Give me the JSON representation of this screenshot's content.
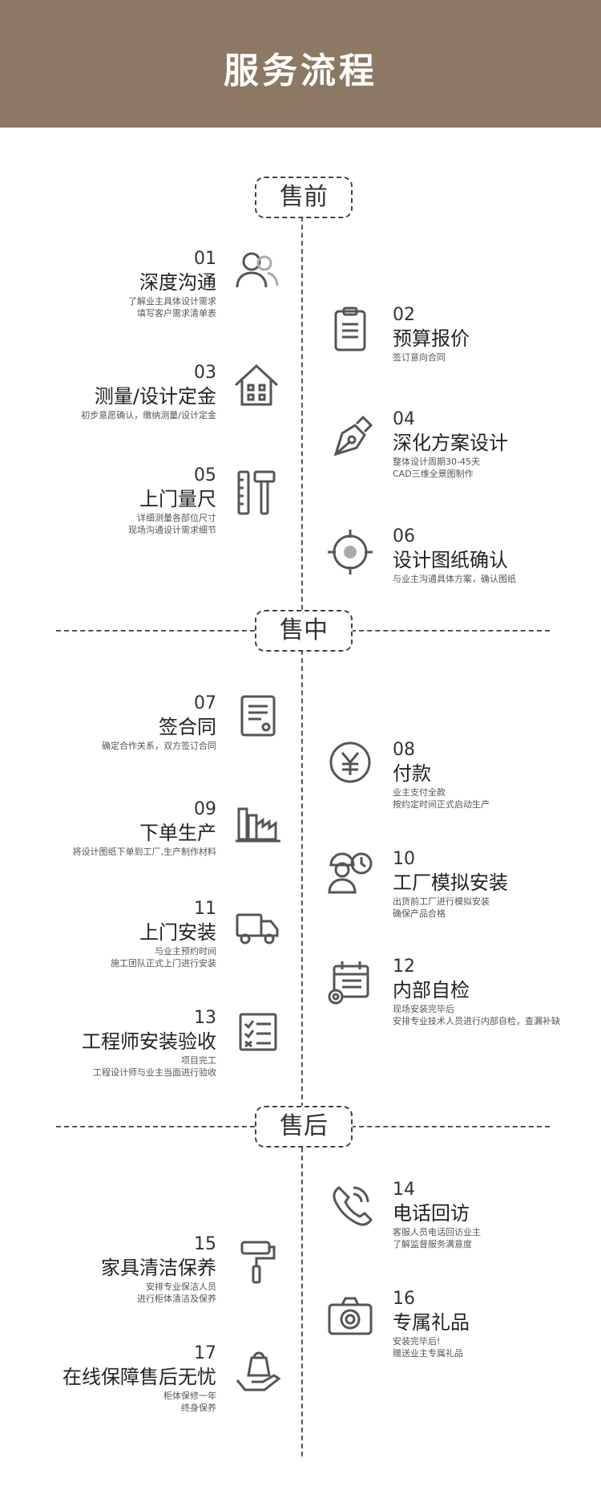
{
  "header": {
    "title": "服务流程"
  },
  "stages": {
    "pre": "售前",
    "mid": "售中",
    "post": "售后"
  },
  "steps": [
    {
      "num": "01",
      "title": "深度沟通",
      "desc": [
        "了解业主具体设计需求",
        "填写客户需求清单表"
      ],
      "icon": "users-icon"
    },
    {
      "num": "02",
      "title": "预算报价",
      "desc": [
        "签订意向合同"
      ],
      "icon": "clipboard-icon"
    },
    {
      "num": "03",
      "title": "测量/设计定金",
      "desc": [
        "初步意愿确认，缴纳测量/设计定金"
      ],
      "icon": "house-icon"
    },
    {
      "num": "04",
      "title": "深化方案设计",
      "desc": [
        "整体设计周期30-45天",
        "CAD三维全景图制作"
      ],
      "icon": "pen-nib-icon"
    },
    {
      "num": "05",
      "title": "上门量尺",
      "desc": [
        "详细测量各部位尺寸",
        "现场沟通设计需求细节"
      ],
      "icon": "ruler-hammer-icon"
    },
    {
      "num": "06",
      "title": "设计图纸确认",
      "desc": [
        "与业主沟通具体方案，确认图纸"
      ],
      "icon": "target-icon"
    },
    {
      "num": "07",
      "title": "签合同",
      "desc": [
        "确定合作关系，双方签订合同"
      ],
      "icon": "contract-icon"
    },
    {
      "num": "08",
      "title": "付款",
      "desc": [
        "业主支付全款",
        "按约定时间正式启动生产"
      ],
      "icon": "yuan-coin-icon"
    },
    {
      "num": "09",
      "title": "下单生产",
      "desc": [
        "将设计图纸下单到工厂,生产制作材料"
      ],
      "icon": "factory-icon"
    },
    {
      "num": "10",
      "title": "工厂模拟安装",
      "desc": [
        "出货前工厂进行模拟安装",
        "确保产品合格"
      ],
      "icon": "worker-clock-icon"
    },
    {
      "num": "11",
      "title": "上门安装",
      "desc": [
        "与业主预约时间",
        "施工团队正式上门进行安装"
      ],
      "icon": "truck-icon"
    },
    {
      "num": "12",
      "title": "内部自检",
      "desc": [
        "现场安装完毕后",
        "安排专业技术人员进行内部自检，查漏补缺"
      ],
      "icon": "calendar-gear-icon"
    },
    {
      "num": "13",
      "title": "工程师安装验收",
      "desc": [
        "项目完工",
        "工程设计师与业主当面进行验收"
      ],
      "icon": "checklist-icon"
    },
    {
      "num": "14",
      "title": "电话回访",
      "desc": [
        "客服人员电话回访业主",
        "了解监督服务满意度"
      ],
      "icon": "phone-icon"
    },
    {
      "num": "15",
      "title": "家具清洁保养",
      "desc": [
        "安排专业保洁人员",
        "进行柜体清洁及保养"
      ],
      "icon": "paint-roller-icon"
    },
    {
      "num": "16",
      "title": "专属礼品",
      "desc": [
        "安装完毕后!",
        "赠送业主专属礼品"
      ],
      "icon": "camera-icon"
    },
    {
      "num": "17",
      "title": "在线保障售后无忧",
      "desc": [
        "柜体保修一年",
        "终身保养"
      ],
      "icon": "hand-bag-icon"
    }
  ]
}
